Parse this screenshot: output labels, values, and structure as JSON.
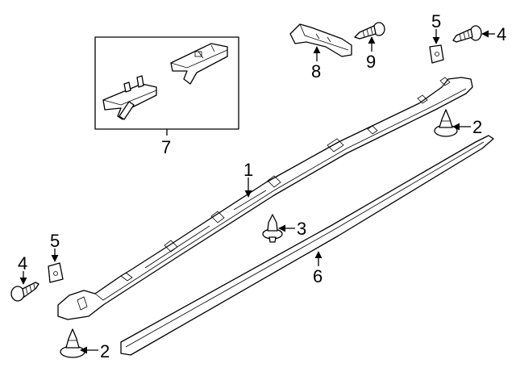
{
  "callouts": [
    {
      "id": "1",
      "label": "1"
    },
    {
      "id": "2a",
      "label": "2"
    },
    {
      "id": "2b",
      "label": "2"
    },
    {
      "id": "3",
      "label": "3"
    },
    {
      "id": "4a",
      "label": "4"
    },
    {
      "id": "4b",
      "label": "4"
    },
    {
      "id": "5a",
      "label": "5"
    },
    {
      "id": "5b",
      "label": "5"
    },
    {
      "id": "6",
      "label": "6"
    },
    {
      "id": "7",
      "label": "7"
    },
    {
      "id": "8",
      "label": "8"
    },
    {
      "id": "9",
      "label": "9"
    }
  ],
  "colors": {
    "line": "#000000",
    "background": "#ffffff"
  }
}
